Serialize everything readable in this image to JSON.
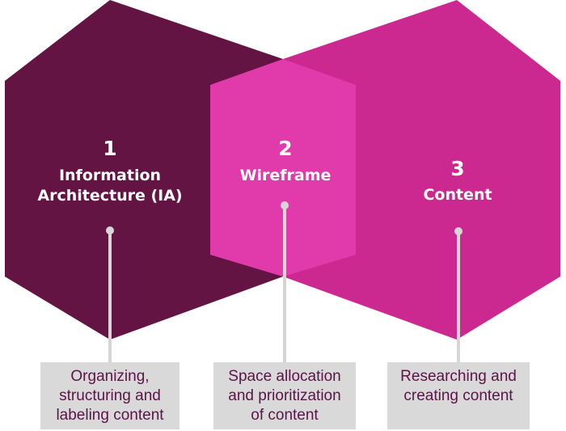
{
  "colors": {
    "ia": "#631443",
    "content": "#cc2990",
    "wireframe": "#e03aab",
    "connector": "#d6d6d6",
    "box_bg": "#d9d9d9",
    "box_text": "#5a1448"
  },
  "nodes": [
    {
      "id": "ia",
      "number": "1",
      "title_lines": [
        "Information",
        "Architecture (IA)"
      ]
    },
    {
      "id": "wireframe",
      "number": "2",
      "title_lines": [
        "Wireframe"
      ]
    },
    {
      "id": "content",
      "number": "3",
      "title_lines": [
        "Content"
      ]
    }
  ],
  "descriptions": [
    {
      "id": "ia",
      "lines": [
        "Organizing,",
        "structuring and",
        "labeling content"
      ]
    },
    {
      "id": "wireframe",
      "lines": [
        "Space allocation",
        "and prioritization",
        "of content"
      ]
    },
    {
      "id": "content",
      "lines": [
        "Researching and",
        "creating content"
      ]
    }
  ]
}
